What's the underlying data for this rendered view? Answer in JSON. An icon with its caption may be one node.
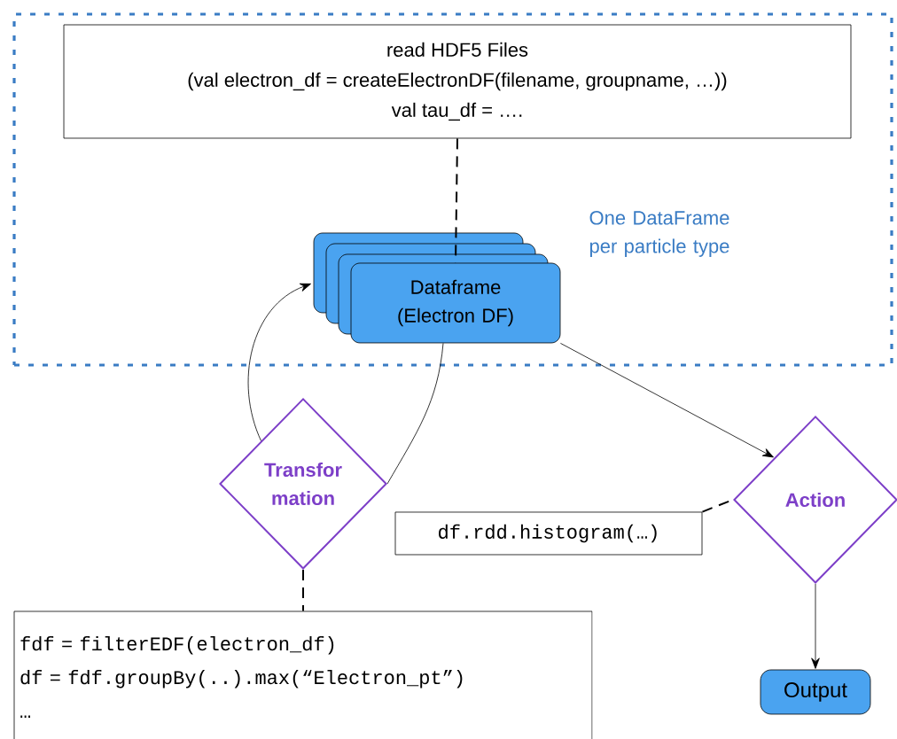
{
  "diagram": {
    "nodes": [
      {
        "text": [],
        "shape": "box"
      },
      {
        "text": [
          "read HDF5 Files",
          "(val electron_df = createElectronDF(filename, groupname, …))",
          "val tau_df = …."
        ],
        "in": 0
      },
      {
        "text": [
          "Dataframe (Electron DF)"
        ],
        "beside": [
          "One DataFrame per particle type"
        ],
        "in": 0
      },
      {
        "text": [
          "Transfor mation"
        ]
      },
      {
        "text": [
          "fdf = filterEDF(electron_df)",
          "df = fdf.groupBy(..).max(“Electron_pt”)",
          "…"
        ]
      },
      {
        "text": [
          "Action"
        ]
      },
      {
        "text": [
          "df.rdd.histogram(…)"
        ]
      },
      {
        "text": [
          "Output"
        ]
      }
    ],
    "edges": [
      {
        "from": 1,
        "to": 2,
        "arrow": "none",
        "style": "dashed"
      },
      {
        "from": 3,
        "to": 2,
        "arrow": "to"
      },
      {
        "from": 2,
        "to": 3,
        "arrow": "none"
      },
      {
        "from": 2,
        "to": 5,
        "arrow": "to"
      },
      {
        "from": 3,
        "to": 4,
        "arrow": "none",
        "style": "dashed"
      },
      {
        "from": 6,
        "to": 5,
        "arrow": "none",
        "style": "dashed"
      },
      {
        "from": 5,
        "to": 7,
        "arrow": "to"
      }
    ]
  }
}
